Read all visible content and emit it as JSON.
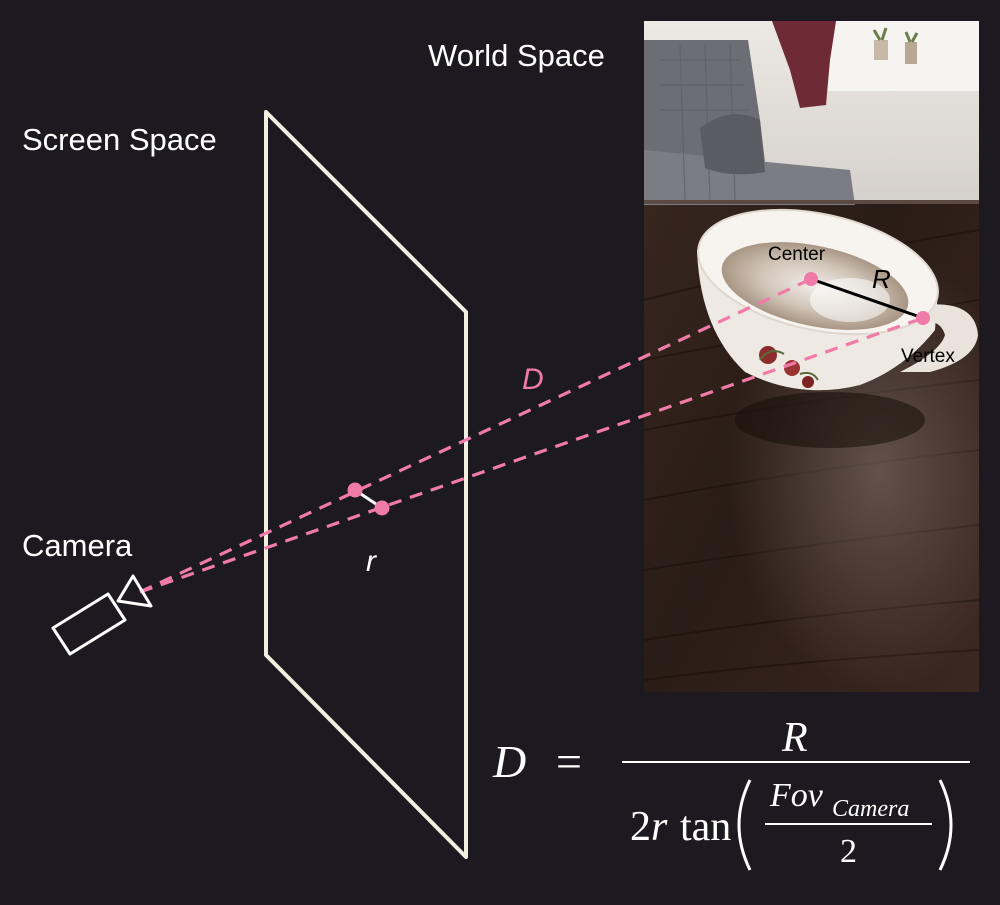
{
  "labels": {
    "world_space": "World Space",
    "screen_space": "Screen Space",
    "camera": "Camera",
    "center": "Center",
    "vertex": "Vertex",
    "world_radius": "R",
    "distance": "D",
    "screen_radius": "r"
  },
  "formula": {
    "lhs": "D",
    "equals": "=",
    "numerator": "R",
    "denom_coeff": "2",
    "denom_var": "r",
    "denom_fn": "tan",
    "inner_num_base": "Fov",
    "inner_num_sub": "Camera",
    "inner_den": "2"
  },
  "colors": {
    "background": "#1c1a20",
    "accent_pink": "#f07aa8",
    "line_white": "#f3efe0"
  },
  "photo": {
    "scene": "coffee cup on wooden table with sofa and window in background"
  }
}
